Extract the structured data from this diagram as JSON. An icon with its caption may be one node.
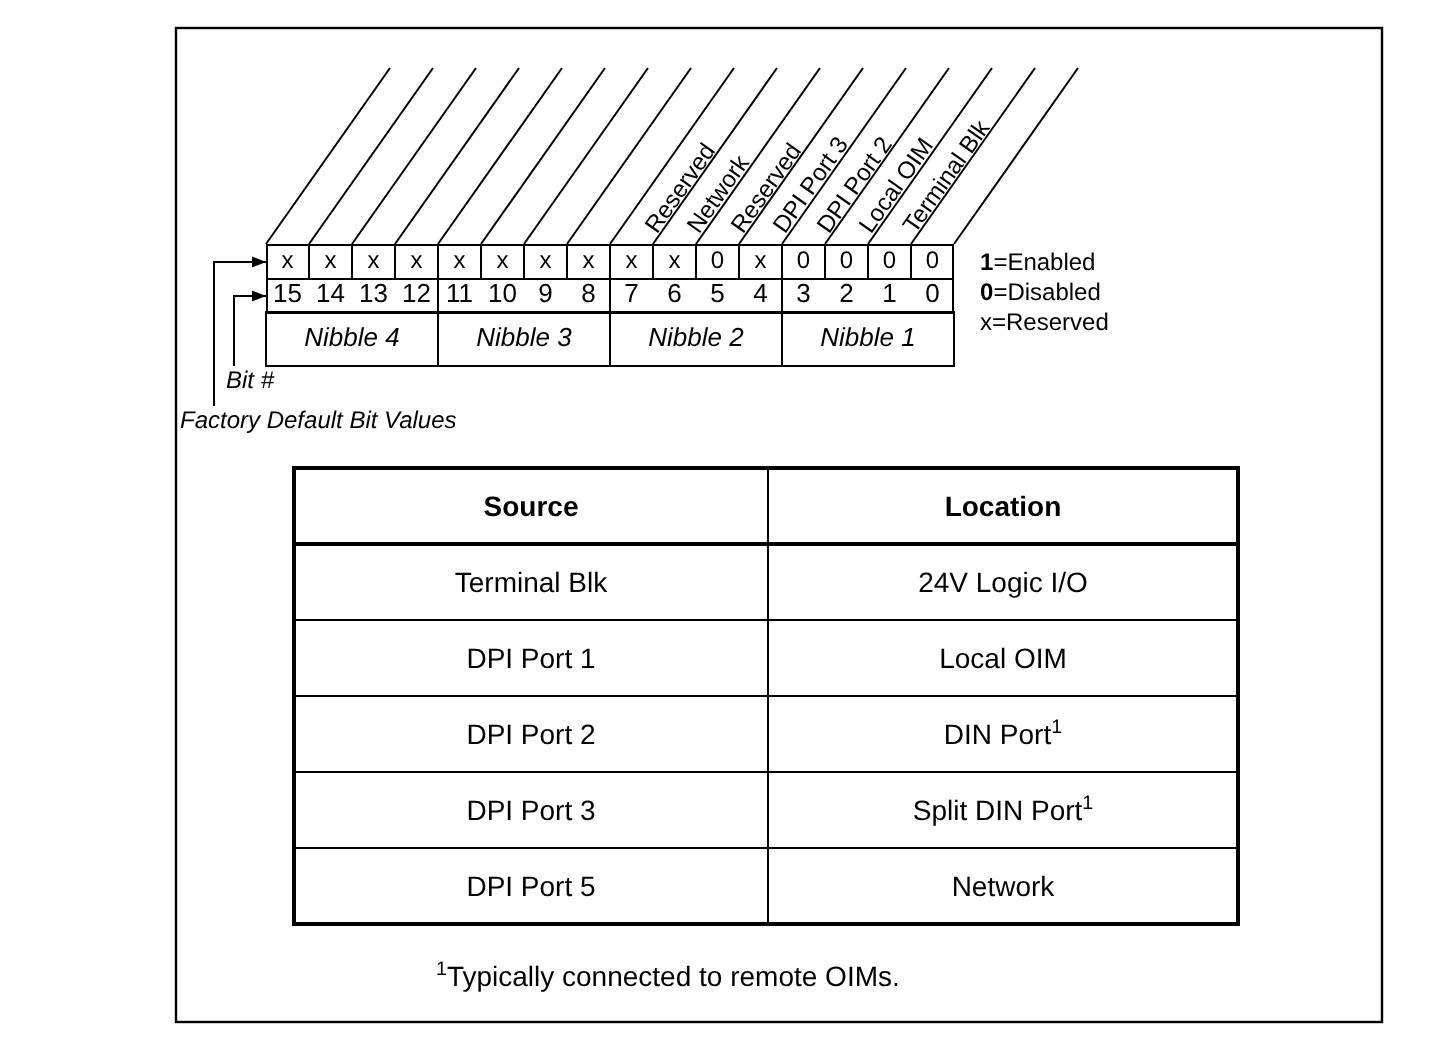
{
  "diagram": {
    "nodes": [
      {
        "text": [
          "Bit #"
        ]
      },
      {
        "text": [
          "Factory Default Bit Values"
        ]
      },
      {
        "text": [],
        "shape": "bar"
      },
      {
        "text": [],
        "shape": "bar"
      }
    ],
    "edges": [
      {
        "from": 0,
        "to": 3,
        "arrow": "to"
      },
      {
        "from": 1,
        "to": 2,
        "arrow": "to"
      }
    ],
    "labels": [
      "Reserved",
      "Network",
      "Reserved",
      "DPI Port 3",
      "DPI Port 2",
      "Local OIM",
      "Terminal Blk",
      "x",
      "x",
      "x",
      "x",
      "x",
      "x",
      "x",
      "x",
      "x",
      "x",
      "0",
      "x",
      "0",
      "0",
      "0",
      "0",
      "15",
      "14",
      "13",
      "12",
      "11",
      "10",
      "9",
      "8",
      "7",
      "6",
      "5",
      "4",
      "3",
      "2",
      "1",
      "0",
      "Nibble 4",
      "Nibble 3",
      "Nibble 2",
      "Nibble 1",
      "**1**=Enabled",
      "**0**=Disabled",
      "x=Reserved",
      "Source",
      "Location",
      "Terminal Blk",
      "24V Logic I/O",
      "DPI Port 1",
      "Local OIM",
      "DPI Port 2",
      "DIN Port$^{1}$",
      "DPI Port 3",
      "Split DIN Port$^{1}$",
      "DPI Port 5",
      "Network",
      "$^{1}$Typically connected to remote OIMs."
    ]
  }
}
